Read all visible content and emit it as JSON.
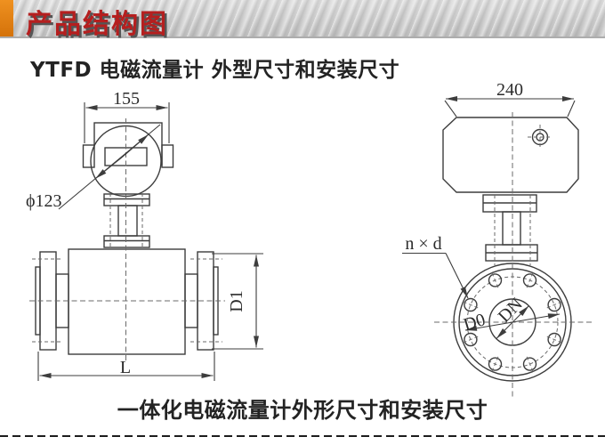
{
  "header": {
    "title": "产品结构图"
  },
  "subtitle": "YTFD 电磁流量计 外型尺寸和安装尺寸",
  "caption": "一体化电磁流量计外形尺寸和安装尺寸",
  "colors": {
    "accent_orange": "#e2820e",
    "title_red": "#b51f1f",
    "line_gray": "#3d3d3d"
  },
  "front_view": {
    "head_width": "155",
    "head_diameter": "ϕ123",
    "flange_diameter": "D1",
    "body_length": "L"
  },
  "side_view": {
    "housing_width": "240",
    "bolt_spec": "n × d",
    "bolt_circle_diameter": "D0",
    "nominal_diameter": "DN"
  }
}
